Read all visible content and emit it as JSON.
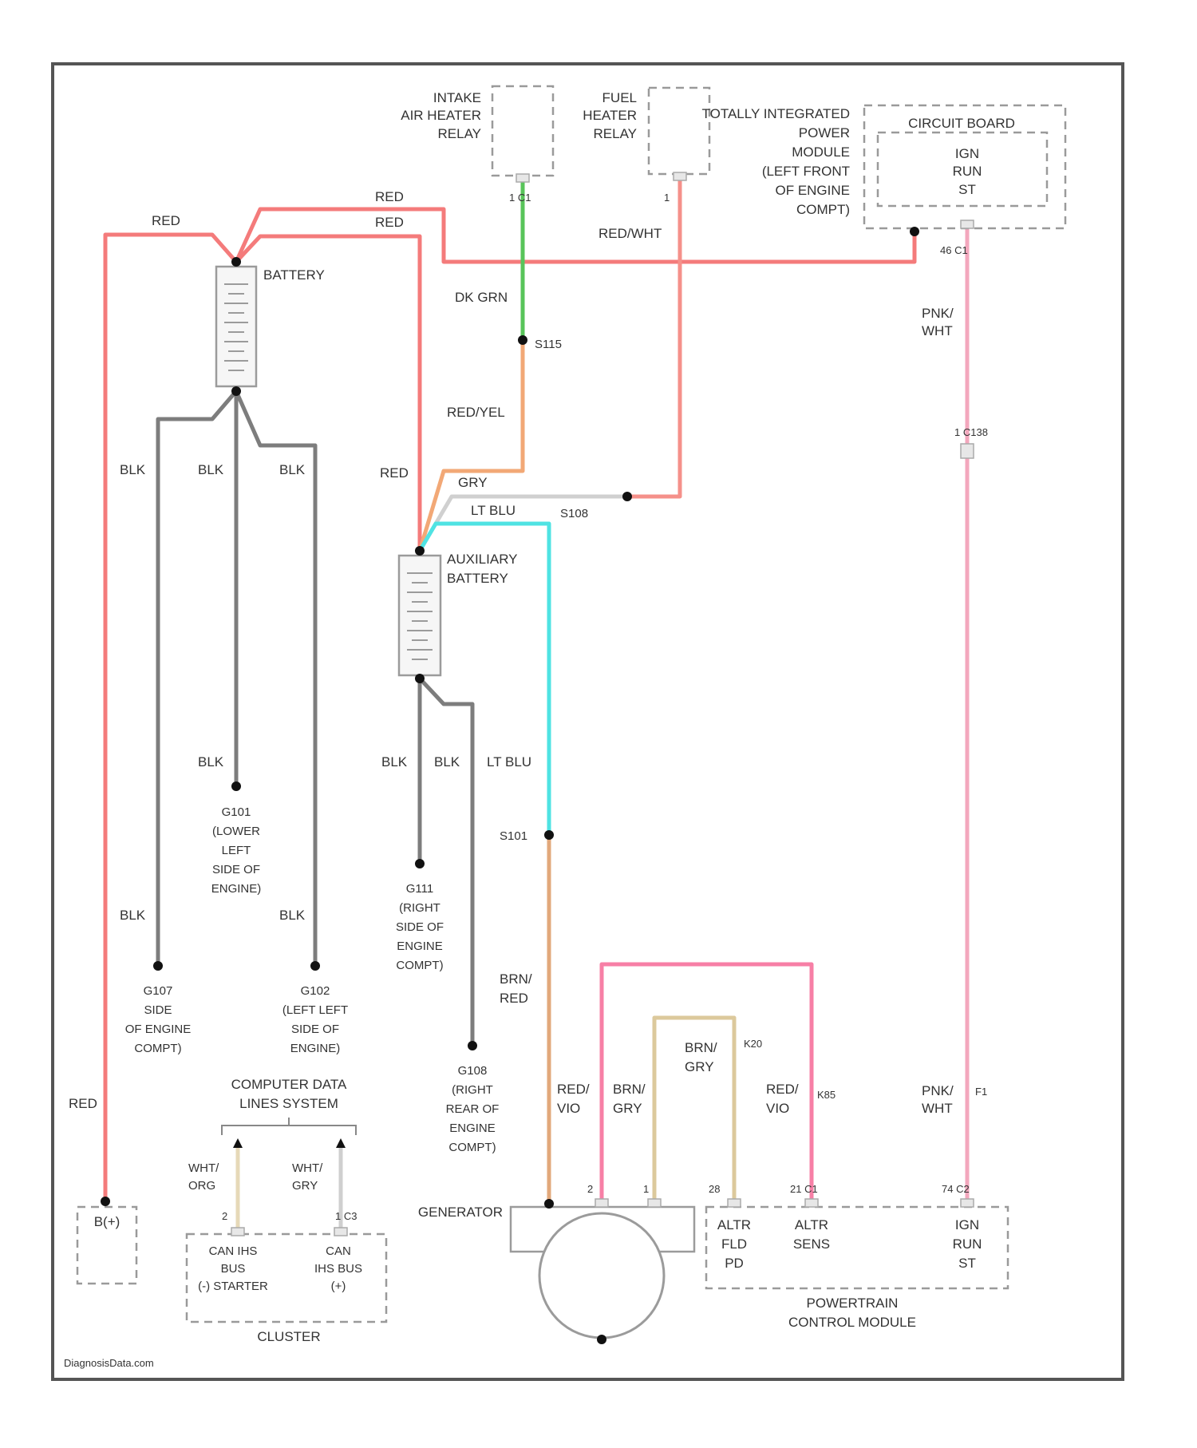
{
  "components": {
    "intake_relay": [
      "INTAKE",
      "AIR HEATER",
      "RELAY"
    ],
    "fuel_relay": [
      "FUEL",
      "HEATER",
      "RELAY"
    ],
    "tipm": [
      "TOTALLY INTEGRATED",
      "POWER",
      "MODULE",
      "(LEFT FRONT",
      "OF ENGINE",
      "COMPT)"
    ],
    "circuit_board": "CIRCUIT BOARD",
    "ign_run_st": [
      "IGN",
      "RUN",
      "ST"
    ],
    "battery": "BATTERY",
    "aux_battery": [
      "AUXILIARY",
      "BATTERY"
    ],
    "generator": "GENERATOR",
    "pcm": [
      "POWERTRAIN",
      "CONTROL MODULE"
    ],
    "pcm_alt_fld": [
      "ALTR",
      "FLD",
      "PD"
    ],
    "pcm_alt_sens": [
      "ALTR",
      "SENS"
    ],
    "computer_data": [
      "COMPUTER DATA",
      "LINES SYSTEM"
    ],
    "cluster": "CLUSTER",
    "can_starter": [
      "CAN IHS",
      "BUS",
      "(-) STARTER"
    ],
    "can_ihs": [
      "CAN",
      "IHS BUS",
      "(+)"
    ],
    "b1": "B(+)"
  },
  "wire_labels": {
    "red": "RED",
    "red_wht": "RED/WHT",
    "dk_grn": "DK GRN",
    "red_yel": "RED/YEL",
    "gry": "GRY",
    "lt_blu": "LT BLU",
    "blk": "BLK",
    "pnk_wht": [
      "PNK/",
      "WHT"
    ],
    "brn_red": [
      "BRN/",
      "RED"
    ],
    "brn_gry": [
      "BRN/",
      "GRY"
    ],
    "red_vio": [
      "RED/",
      "VIO"
    ],
    "wht_org": [
      "WHT/",
      "ORG"
    ],
    "wht_gry": [
      "WHT/",
      "GRY"
    ]
  },
  "pins": {
    "relay_pins": "1  C1",
    "fuel_pin": "1",
    "c1_46": "46  C1",
    "c138": "1  C138",
    "pin_2": "2",
    "pin_1": "1",
    "pin_28": "28",
    "pin_21_c1": "21  C1",
    "pin_74_c2": "74  C2",
    "k20": "K20",
    "k85": "K85",
    "f1": "F1",
    "cl_2": "2",
    "cl_1_c3": "1  C3"
  },
  "splices": {
    "s115": "S115",
    "s108": "S108",
    "s101": "S101"
  },
  "grounds": {
    "g101": [
      "G101",
      "(LOWER",
      "LEFT",
      "SIDE OF",
      "ENGINE)"
    ],
    "g107": [
      "G107",
      "SIDE",
      "OF ENGINE",
      "COMPT)"
    ],
    "g102": [
      "G102",
      "(LEFT LEFT",
      "SIDE OF",
      "ENGINE)"
    ],
    "g111": [
      "G111",
      "(RIGHT",
      "SIDE OF",
      "ENGINE",
      "COMPT)"
    ],
    "g108": [
      "G108",
      "(RIGHT",
      "REAR OF",
      "ENGINE",
      "COMPT)"
    ]
  },
  "footer": "DiagnosisData.com",
  "colors": {
    "red": "#f47b7b",
    "pink": "#f77fa6",
    "green": "#58c45a",
    "orange": "#f2a876",
    "gray": "#7d7d7d",
    "light_gray": "#cfcfcf",
    "cyan": "#4fe3e3",
    "light_pink": "#f3a7bd",
    "tan": "#dcc99c",
    "brown": "#e2a87b"
  }
}
